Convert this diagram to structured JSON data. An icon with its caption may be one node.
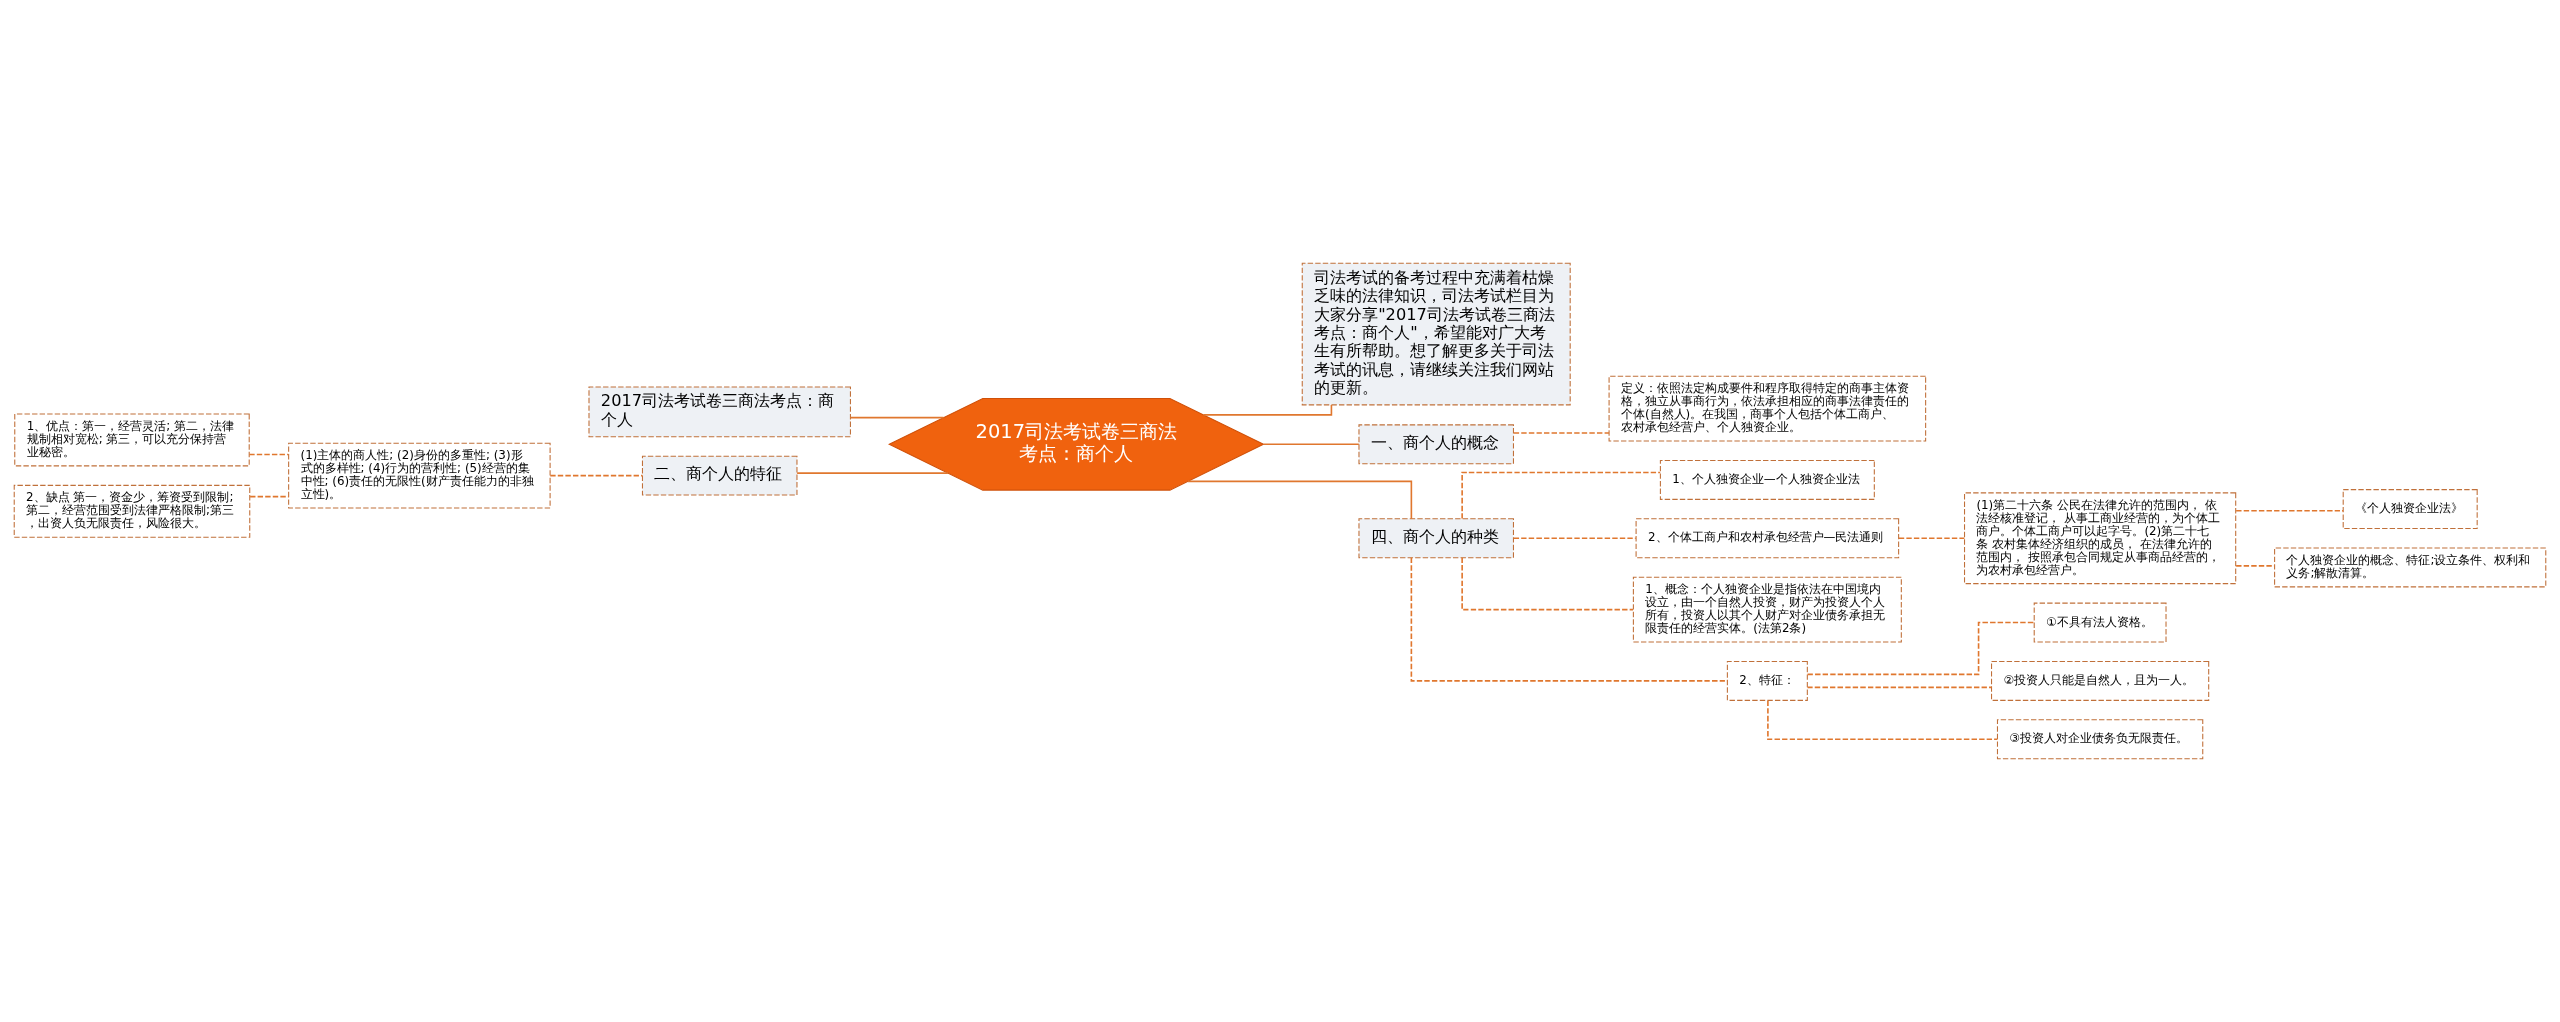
{
  "diagram": {
    "nodes": [
      {
        "text": [
          "2017司法考试卷三商法考点：商个人"
        ]
      },
      {
        "text": [
          "司法考试的备考过程中充满着枯燥乏味的法律知识，司法考试栏目为大家分享\"2017司法考试卷三商法考点：商个人\"，希望能对广大考生有所帮助。想了解更多关于司法考试的讯息，请继续关注我们网站的更新。"
        ]
      },
      {
        "text": [
          "一、商个人的概念"
        ]
      },
      {
        "text": [
          "定义：依照法定构成要件和程序取得特定的商事主体资格，独立从事商行为，依法承担相应的商事法律责任的个体(自然人)。在我国，商事个人包括个体工商户、农村承包经营户、个人独资企业。"
        ]
      },
      {
        "text": [
          "四、商个人的种类"
        ]
      },
      {
        "text": [
          "1、个人独资企业—个人独资企业法"
        ]
      },
      {
        "text": [
          "2、个体工商户和农村承包经营户—民法通则"
        ]
      },
      {
        "text": [
          "(1)第二十六条 公民在法律允许的范围内， 依法经核准登记， 从事工商业经营的，为个体工商户。个体工商户可以起字号。(2)第二十七条 农村集体经济组织的成员， 在法律允许的范围内， 按照承包合同规定从事商品经营的，为农村承包经营户。"
        ]
      },
      {
        "text": [
          "《个人独资企业法》"
        ]
      },
      {
        "text": [
          "个人独资企业的概念、特征;设立条件、权利和义务;解散清算。"
        ]
      },
      {
        "text": [
          "1、概念：个人独资企业是指依法在中国境内设立，由一个自然人投资，财产为投资人个人所有，投资人以其个人财产对企业债务承担无限责任的经营实体。(法第2条)"
        ]
      },
      {
        "text": [
          "2、特征："
        ]
      },
      {
        "text": [
          "①不具有法人资格。"
        ]
      },
      {
        "text": [
          "②投资人只能是自然人，且为一人。"
        ]
      },
      {
        "text": [
          "③投资人对企业债务负无限责任。"
        ]
      },
      {
        "text": [
          "2017司法考试卷三商法考点：商个人"
        ]
      },
      {
        "text": [
          "二、商个人的特征"
        ]
      },
      {
        "text": [
          "(1)主体的商人性; (2)身份的多重性; (3)形式的多样性; (4)行为的营利性; (5)经营的集中性; (6)责任的无限性(财产责任能力的非独立性)。"
        ]
      },
      {
        "text": [
          "1、优点：第一，经营灵活; 第二，法律规制相对宽松; 第三，可以充分保持营业秘密。"
        ]
      },
      {
        "text": [
          "2、缺点 第一，资金少，筹资受到限制;第二，经营范围受到法律严格限制;第三，出资人负无限责任，风险很大。"
        ]
      }
    ],
    "edges": [
      {
        "from": 0,
        "to": 1,
        "arrow": "none"
      },
      {
        "from": 0,
        "to": 2,
        "arrow": "none"
      },
      {
        "from": 2,
        "to": 3,
        "arrow": "none",
        "style": "dashed"
      },
      {
        "from": 0,
        "to": 4,
        "arrow": "none"
      },
      {
        "from": 4,
        "to": 5,
        "arrow": "none",
        "style": "dashed"
      },
      {
        "from": 4,
        "to": 6,
        "arrow": "none",
        "style": "dashed"
      },
      {
        "from": 6,
        "to": 7,
        "arrow": "none",
        "style": "dashed"
      },
      {
        "from": 7,
        "to": 8,
        "arrow": "none",
        "style": "dashed"
      },
      {
        "from": 7,
        "to": 9,
        "arrow": "none",
        "style": "dashed"
      },
      {
        "from": 4,
        "to": 10,
        "arrow": "none",
        "style": "dashed"
      },
      {
        "from": 4,
        "to": 11,
        "arrow": "none",
        "style": "dashed"
      },
      {
        "from": 11,
        "to": 12,
        "arrow": "none",
        "style": "dashed"
      },
      {
        "from": 11,
        "to": 13,
        "arrow": "none",
        "style": "dashed"
      },
      {
        "from": 11,
        "to": 14,
        "arrow": "none",
        "style": "dashed"
      },
      {
        "from": 0,
        "to": 15,
        "arrow": "none"
      },
      {
        "from": 0,
        "to": 16,
        "arrow": "none"
      },
      {
        "from": 16,
        "to": 17,
        "arrow": "none",
        "style": "dashed"
      },
      {
        "from": 17,
        "to": 18,
        "arrow": "none",
        "style": "dashed"
      },
      {
        "from": 17,
        "to": 19,
        "arrow": "none",
        "style": "dashed"
      }
    ]
  }
}
